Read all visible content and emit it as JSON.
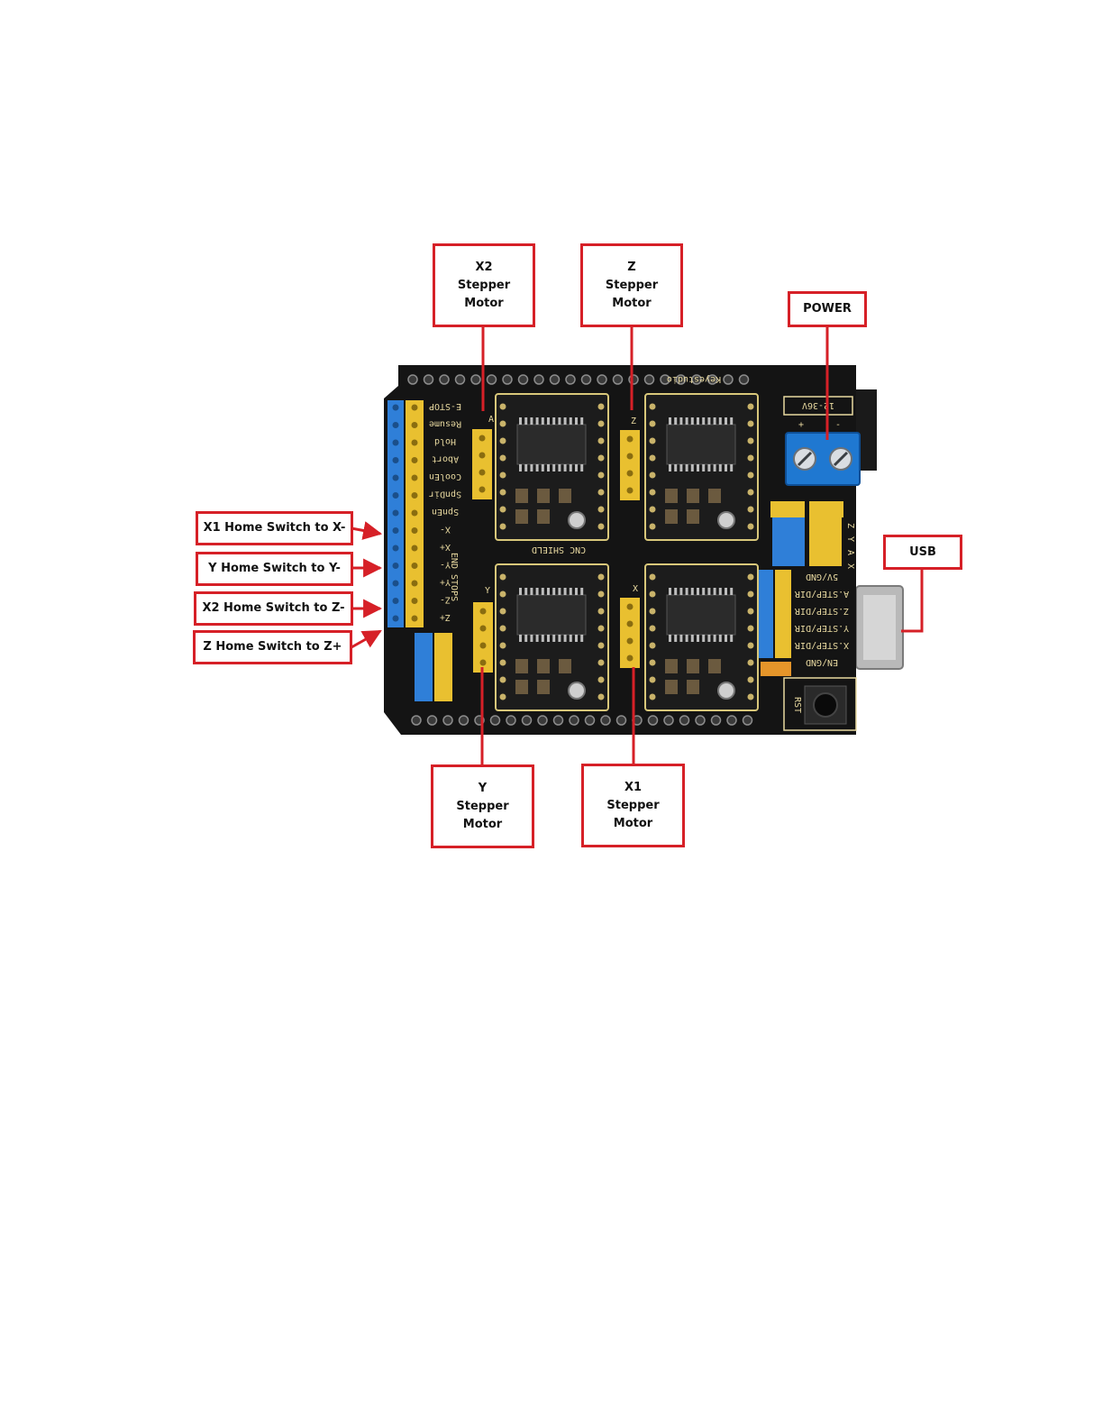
{
  "callouts": {
    "x2_stepper": {
      "lines": [
        "X2",
        "Stepper",
        "Motor"
      ]
    },
    "z_stepper": {
      "lines": [
        "Z",
        "Stepper",
        "Motor"
      ]
    },
    "power": {
      "lines": [
        "POWER"
      ]
    },
    "usb": {
      "lines": [
        "USB"
      ]
    },
    "x1_home": {
      "lines": [
        "X1 Home Switch to X-"
      ]
    },
    "y_home": {
      "lines": [
        "Y Home Switch to Y-"
      ]
    },
    "x2_home": {
      "lines": [
        "X2 Home Switch to Z-"
      ]
    },
    "z_home": {
      "lines": [
        "Z Home Switch to Z+"
      ]
    },
    "y_stepper": {
      "lines": [
        "Y",
        "Stepper",
        "Motor"
      ]
    },
    "x1_stepper": {
      "lines": [
        "X1",
        "Stepper",
        "Motor"
      ]
    }
  },
  "board": {
    "brand": "Keyestudio",
    "shield_name": "CNC SHIELD",
    "voltage": "12-36V",
    "plus": "+",
    "minus": "-",
    "left_labels": [
      "E-STOP",
      "Resume",
      "Hold",
      "Abort",
      "CoolEn",
      "SpnDir",
      "SpnEn",
      "X-",
      "X+",
      "Y-",
      "Y+",
      "Z-",
      "Z+"
    ],
    "end_stops": "END STOPS",
    "axis_letters": {
      "a": "A",
      "z": "Z",
      "y": "Y",
      "x": "X"
    },
    "right_labels": [
      "5V/GND",
      "A.STEP/DIR",
      "Z.STEP/DIR",
      "Y.STEP/DIR",
      "X.STEP/DIR",
      "EN/GND"
    ],
    "jumper_labels": [
      "Z",
      "Y",
      "A",
      "X"
    ],
    "reset": "RST"
  },
  "colors": {
    "callout_red": "#d62027",
    "board": "#141414",
    "yellow_header": "#e9c030",
    "blue_header": "#2f7fd8",
    "terminal_blue": "#1f78d1"
  }
}
